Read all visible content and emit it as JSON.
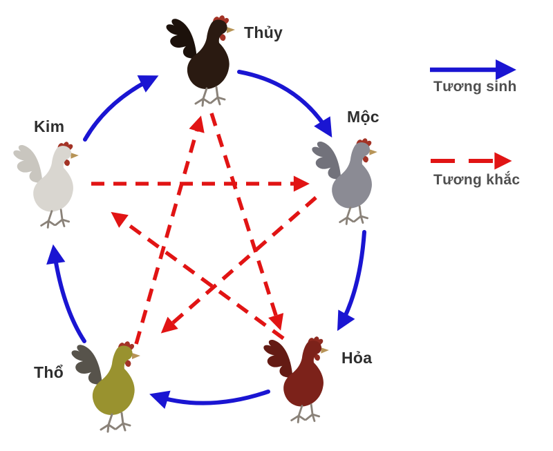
{
  "diagram": {
    "type": "five-elements-cycle",
    "nodes": [
      {
        "id": "thuy",
        "label": "Thủy",
        "icon": "black-rooster",
        "position": "top"
      },
      {
        "id": "moc",
        "label": "Mộc",
        "icon": "gray-rooster",
        "position": "right"
      },
      {
        "id": "hoa",
        "label": "Hỏa",
        "icon": "red-rooster",
        "position": "bottom-right"
      },
      {
        "id": "tho",
        "label": "Thổ",
        "icon": "yellow-rooster",
        "position": "bottom-left"
      },
      {
        "id": "kim",
        "label": "Kim",
        "icon": "white-rooster",
        "position": "left"
      }
    ],
    "cycles": {
      "tuong_sinh_blue_solid": [
        {
          "from": "Kim",
          "to": "Thủy"
        },
        {
          "from": "Thủy",
          "to": "Mộc"
        },
        {
          "from": "Mộc",
          "to": "Hỏa"
        },
        {
          "from": "Hỏa",
          "to": "Thổ"
        },
        {
          "from": "Thổ",
          "to": "Kim"
        }
      ],
      "tuong_khac_red_dashed": [
        {
          "from": "Kim",
          "to": "Mộc"
        },
        {
          "from": "Mộc",
          "to": "Thổ"
        },
        {
          "from": "Thổ",
          "to": "Thủy"
        },
        {
          "from": "Thủy",
          "to": "Hỏa"
        },
        {
          "from": "Hỏa",
          "to": "Kim"
        }
      ]
    }
  },
  "legend": {
    "items": [
      {
        "label": "Tương sinh",
        "style": "solid-blue-arrow"
      },
      {
        "label": "Tương khắc",
        "style": "dashed-red-arrow"
      }
    ]
  },
  "colors": {
    "sinh_arrow_blue": "#1a15d2",
    "khac_arrow_red": "#e11414",
    "label_text": "#2e2e2e",
    "background": "#ffffff",
    "rooster_thuy": "#2a1a11",
    "rooster_moc": "#8b8b94",
    "rooster_hoa": "#7c221a",
    "rooster_tho": "#99922f",
    "rooster_kim": "#d9d6d0"
  }
}
